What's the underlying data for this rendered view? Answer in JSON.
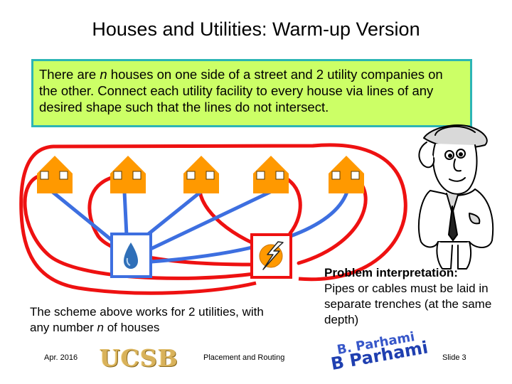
{
  "slide": {
    "title": "Houses and Utilities: Warm-up Version",
    "problem_text_1": "There are ",
    "problem_n": "n",
    "problem_text_2": " houses on one side of a street and 2 utility companies on the other. Connect each utility facility to every house via lines of any desired shape such that the lines do not intersect.",
    "caption_1": "The scheme above works for 2 utilities, with any number ",
    "caption_n": "n",
    "caption_2": " of houses",
    "interp_head": "Problem interpretation:",
    "interp_body": "Pipes or cables must be laid in separate trenches (at the same depth)"
  },
  "scene": {
    "house_count": 5,
    "utilities": [
      "water-utility",
      "power-utility"
    ],
    "colors": {
      "house": "#ff9900",
      "window": "#ffffff",
      "water_line": "#3d6fe0",
      "power_line": "#ee1111",
      "water_drop": "#2f6fb8",
      "background_box": "#ccff66",
      "box_border": "#2cb5b5"
    }
  },
  "footer": {
    "date": "Apr. 2016",
    "logo": "UCSB",
    "topic": "Placement and Routing",
    "signature_line1": "B. Parhami",
    "signature_line2": "B Parhami",
    "slide": "Slide 3"
  }
}
